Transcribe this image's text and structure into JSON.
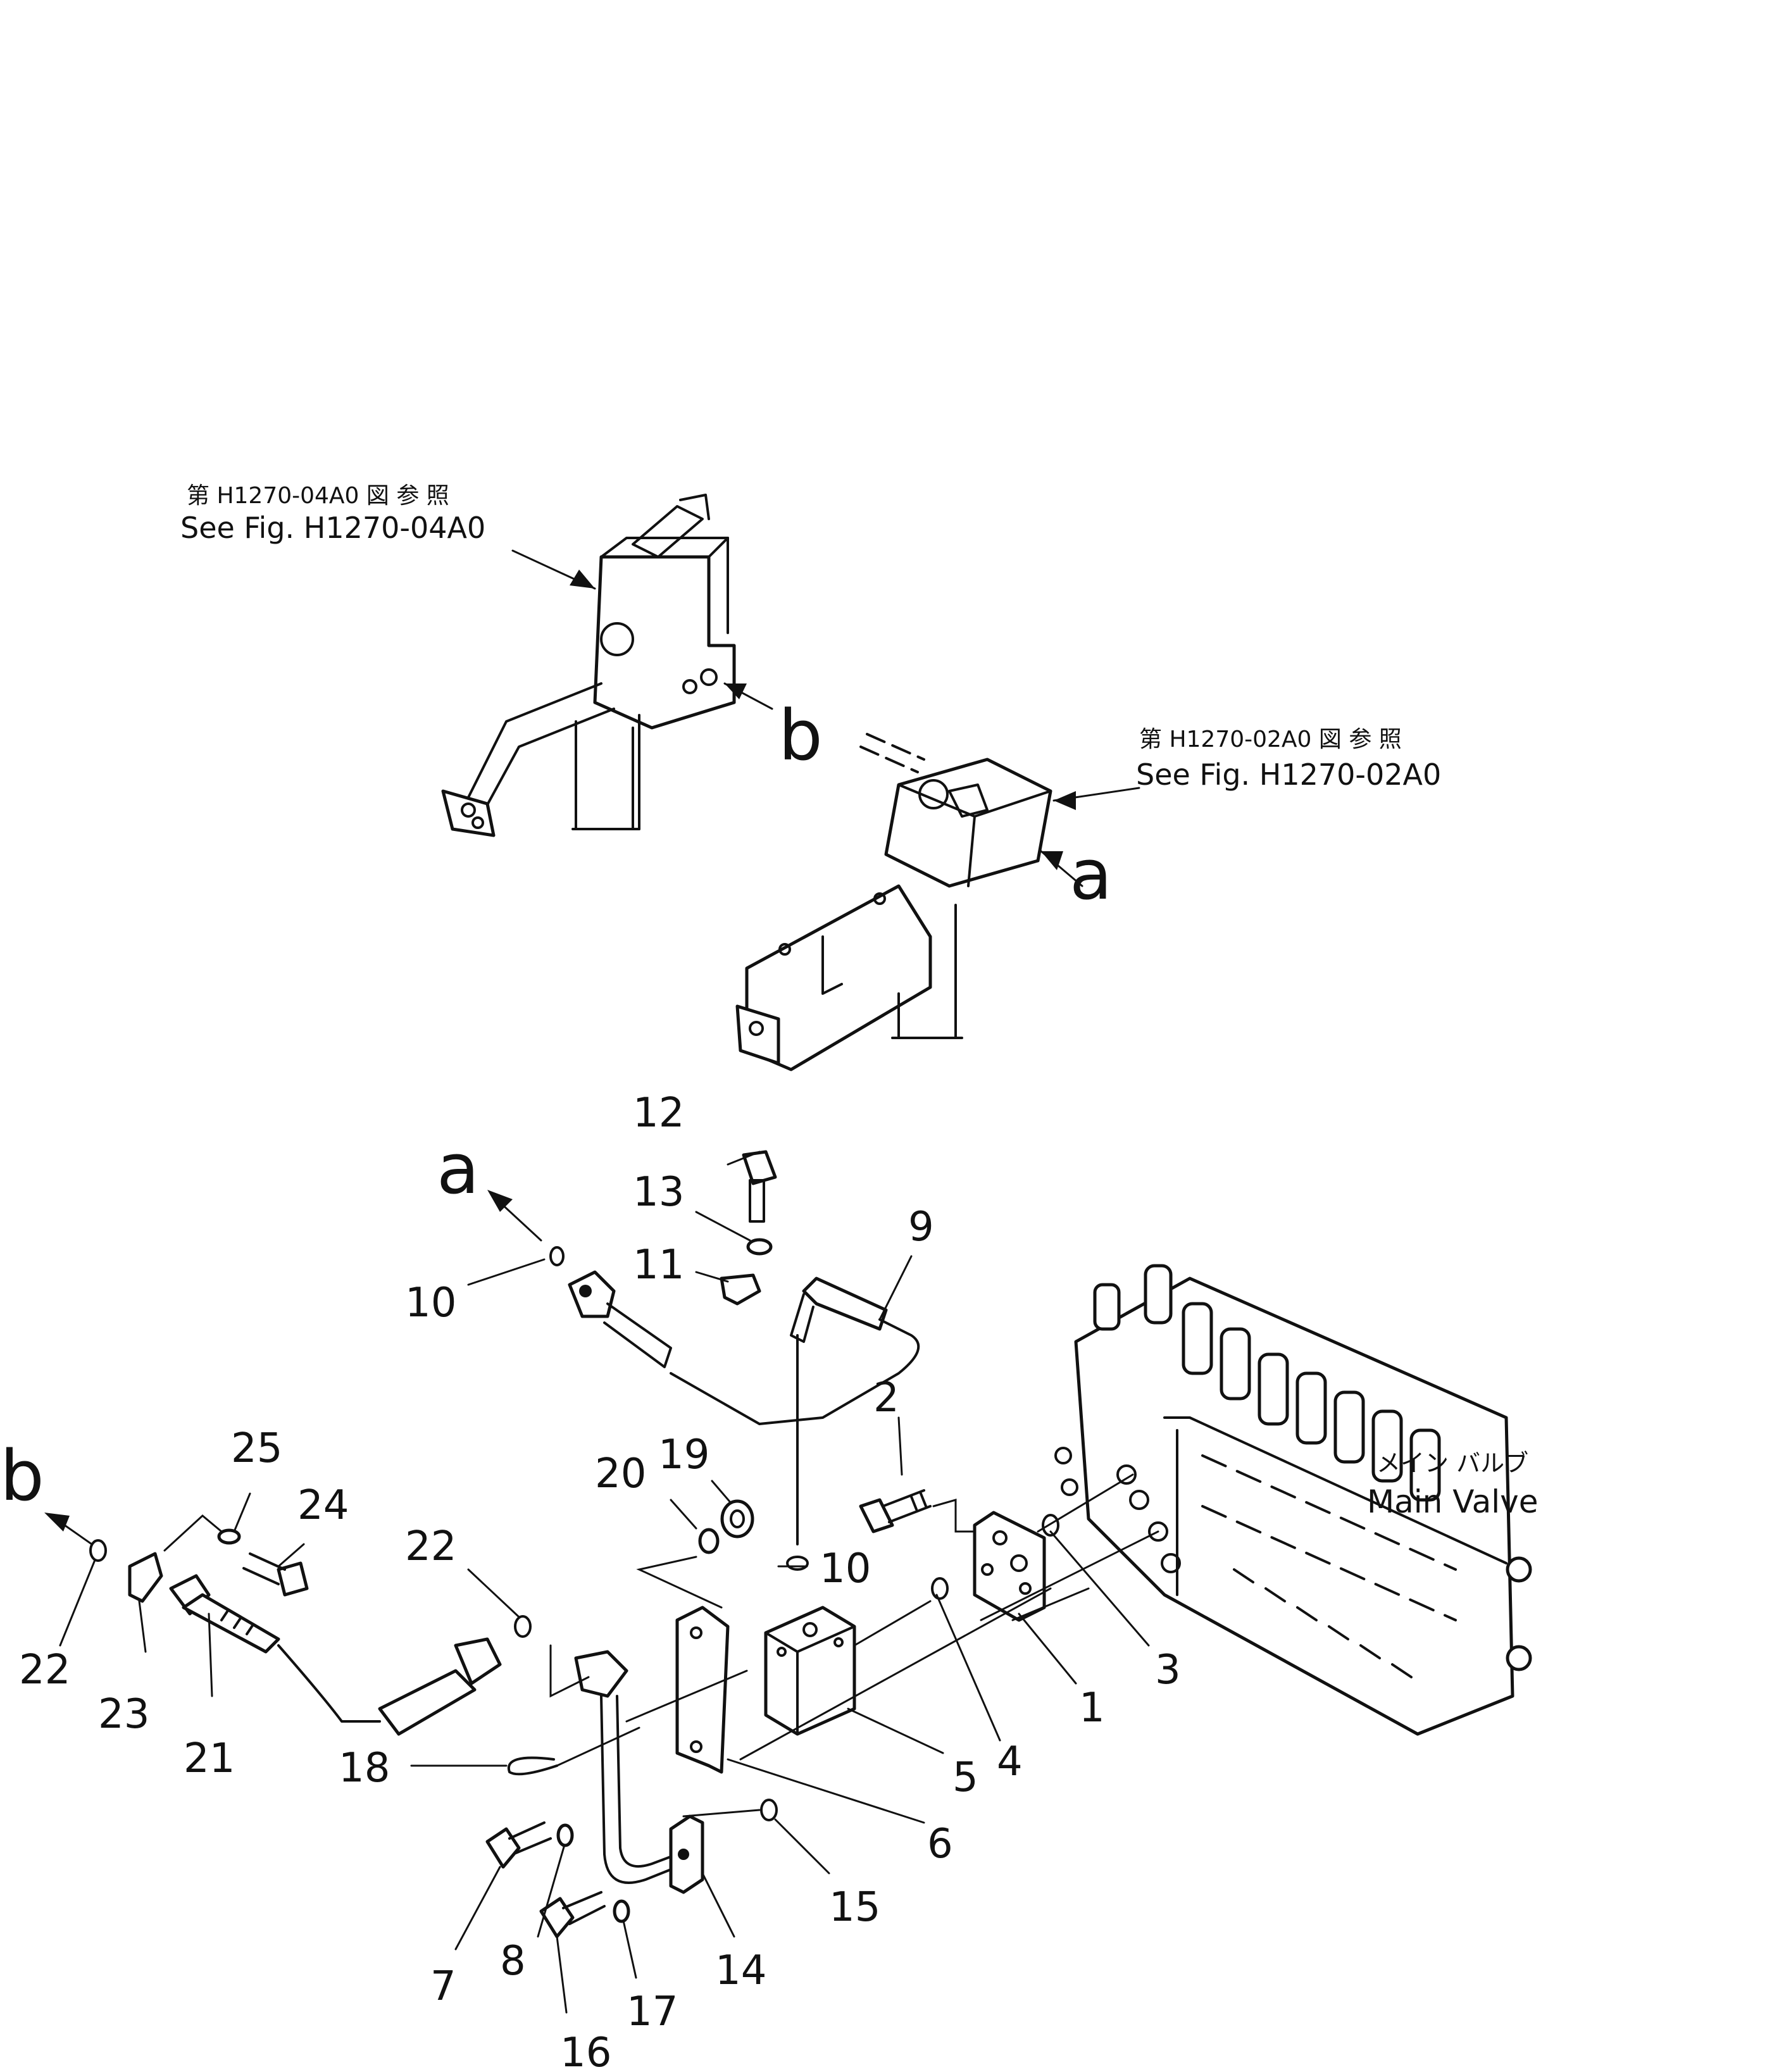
{
  "references": {
    "fig_b": {
      "jp": "第 H1270-04A0 図 参 照",
      "en": "See Fig. H1270-04A0",
      "letter": "b"
    },
    "fig_a": {
      "jp": "第 H1270-02A0 図 参 照",
      "en": "See Fig. H1270-02A0",
      "letter": "a"
    }
  },
  "main_valve": {
    "jp": "メイン バルブ",
    "en": "Main Valve"
  },
  "connection_letters": {
    "a": "a",
    "b": "b"
  },
  "parts": {
    "p1": "1",
    "p2": "2",
    "p3": "3",
    "p4": "4",
    "p5": "5",
    "p6": "6",
    "p7": "7",
    "p8": "8",
    "p9": "9",
    "p10a": "10",
    "p10b": "10",
    "p11": "11",
    "p12": "12",
    "p13": "13",
    "p14": "14",
    "p15": "15",
    "p16": "16",
    "p17": "17",
    "p18": "18",
    "p19": "19",
    "p20": "20",
    "p21": "21",
    "p22a": "22",
    "p22b": "22",
    "p23": "23",
    "p24": "24",
    "p25": "25"
  }
}
